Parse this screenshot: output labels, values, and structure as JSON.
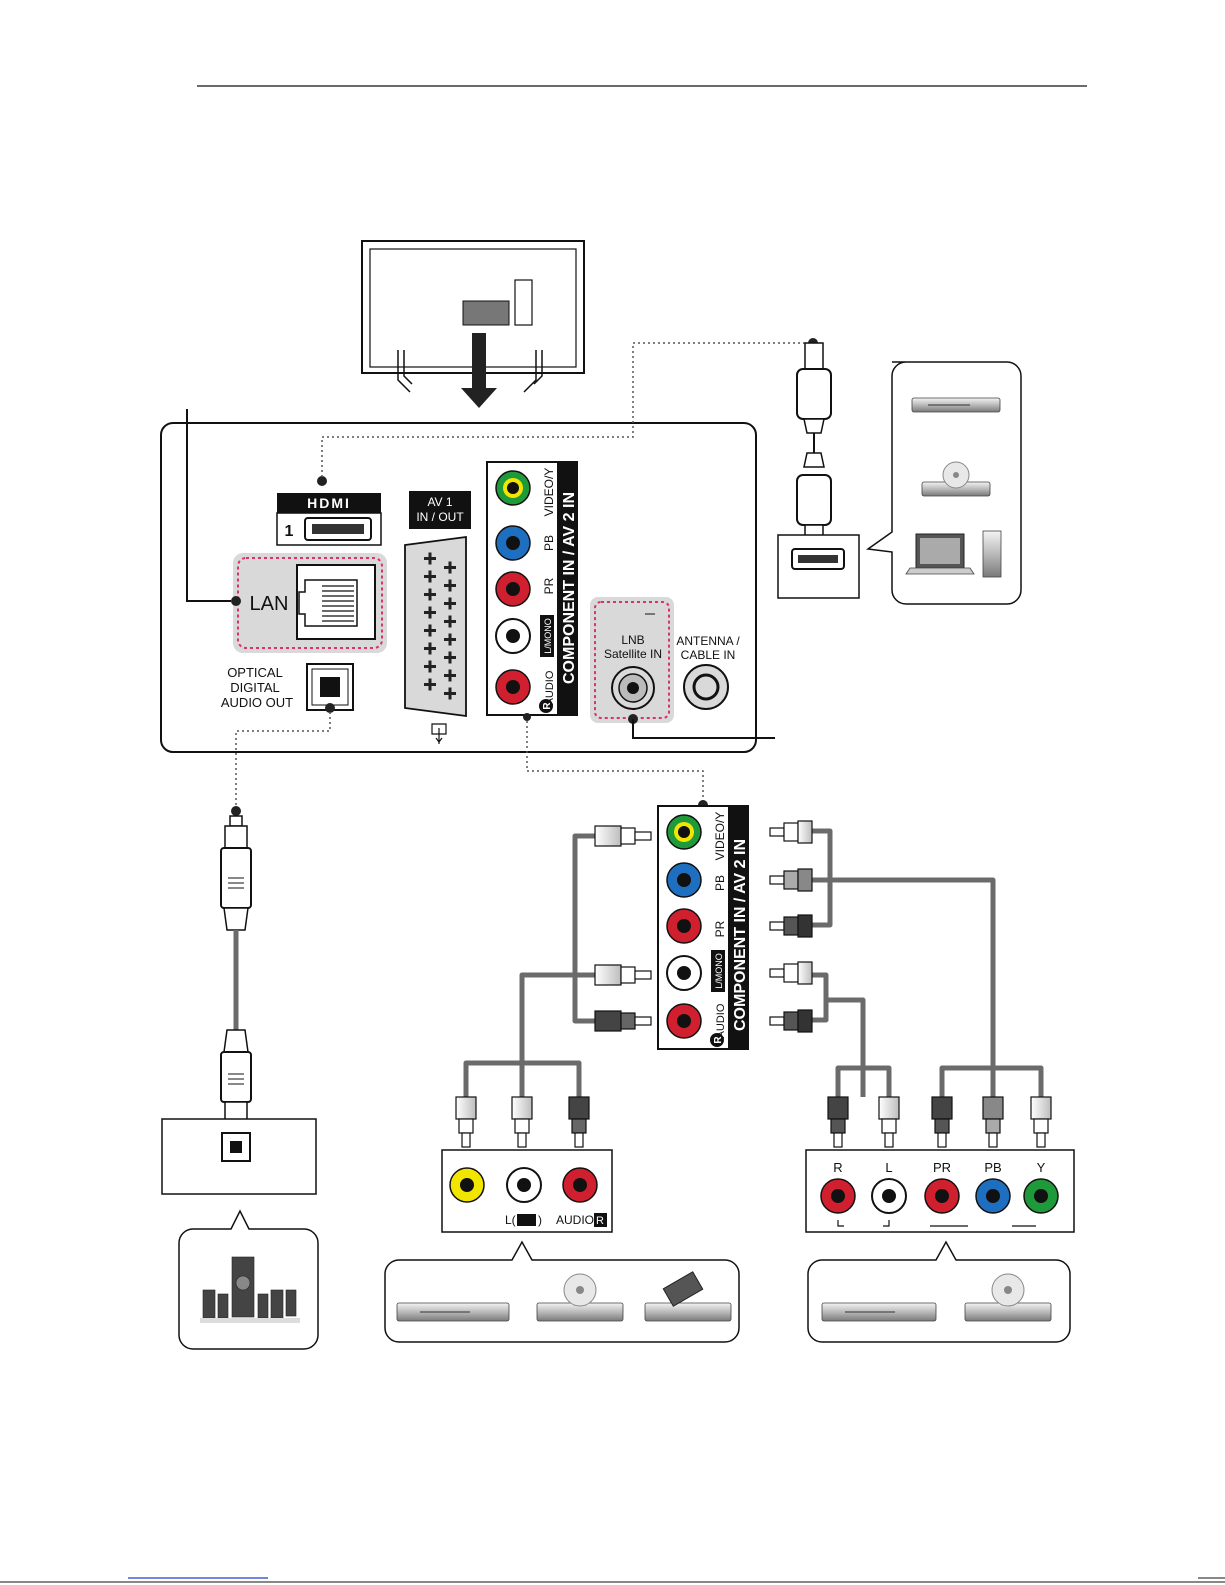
{
  "tv_panel": {
    "hdmi_logo": "HDMI",
    "hdmi_port_number": "1",
    "lan_label": "LAN",
    "optical_label_lines": [
      "OPTICAL",
      "DIGITAL",
      "AUDIO OUT"
    ],
    "av1_label_lines": [
      "AV 1",
      "IN / OUT"
    ],
    "component_title": "COMPONENT IN / AV 2 IN",
    "component_jack_labels": [
      "VIDEO/Y",
      "PB",
      "PR",
      "L/MONO",
      "AUDIO"
    ],
    "audio_r_marker": "R",
    "lnb_label_lines": [
      "LNB",
      "Satellite IN"
    ],
    "antenna_label_lines": [
      "ANTENNA /",
      "CABLE IN"
    ]
  },
  "av_device_panel": {
    "left_label": "L(",
    "left_label_close": ")",
    "audio_r_prefix": "AUDIO-",
    "audio_r_marker": "R"
  },
  "component_device_panel": {
    "jack_labels": [
      "R",
      "L",
      "PR",
      "PB",
      "Y"
    ]
  },
  "colors": {
    "video_yellow": "#f2e600",
    "green": "#1f9a3a",
    "blue": "#1f6fc0",
    "red": "#d0202f",
    "white_jack": "#ffffff",
    "cable_gray": "#6b6b6b",
    "highlight_pink": "#d8336a",
    "panel_gray": "#d9d9d9"
  }
}
